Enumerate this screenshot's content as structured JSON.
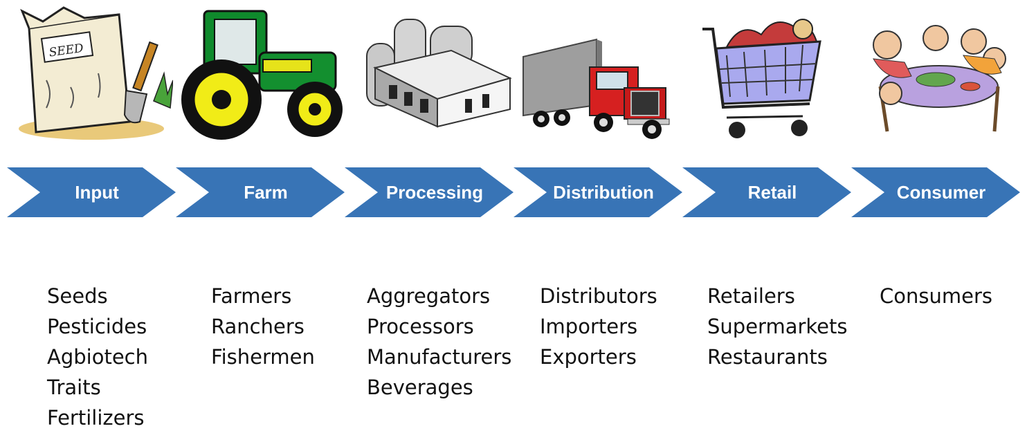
{
  "colors": {
    "chevron": "#3874b6",
    "chevron_text": "#ffffff",
    "body_text": "#111111"
  },
  "illustrations": [
    {
      "icon": "seed-bag-with-trowel-icon",
      "label": "SEED"
    },
    {
      "icon": "green-tractor-icon"
    },
    {
      "icon": "processing-plant-icon"
    },
    {
      "icon": "semi-truck-icon"
    },
    {
      "icon": "shopping-cart-icon"
    },
    {
      "icon": "family-dinner-table-icon"
    }
  ],
  "stages": [
    {
      "label": "Input",
      "items": [
        "Seeds",
        "Pesticides",
        "Agbiotech",
        "Traits",
        "Fertilizers"
      ]
    },
    {
      "label": "Farm",
      "items": [
        "Farmers",
        "Ranchers",
        "Fishermen"
      ]
    },
    {
      "label": "Processing",
      "items": [
        "Aggregators",
        "Processors",
        "Manufacturers",
        "Beverages"
      ]
    },
    {
      "label": "Distribution",
      "items": [
        "Distributors",
        "Importers",
        "Exporters"
      ]
    },
    {
      "label": "Retail",
      "items": [
        "Retailers",
        "Supermarkets",
        "Restaurants"
      ]
    },
    {
      "label": "Consumer",
      "items": [
        "Consumers"
      ]
    }
  ]
}
